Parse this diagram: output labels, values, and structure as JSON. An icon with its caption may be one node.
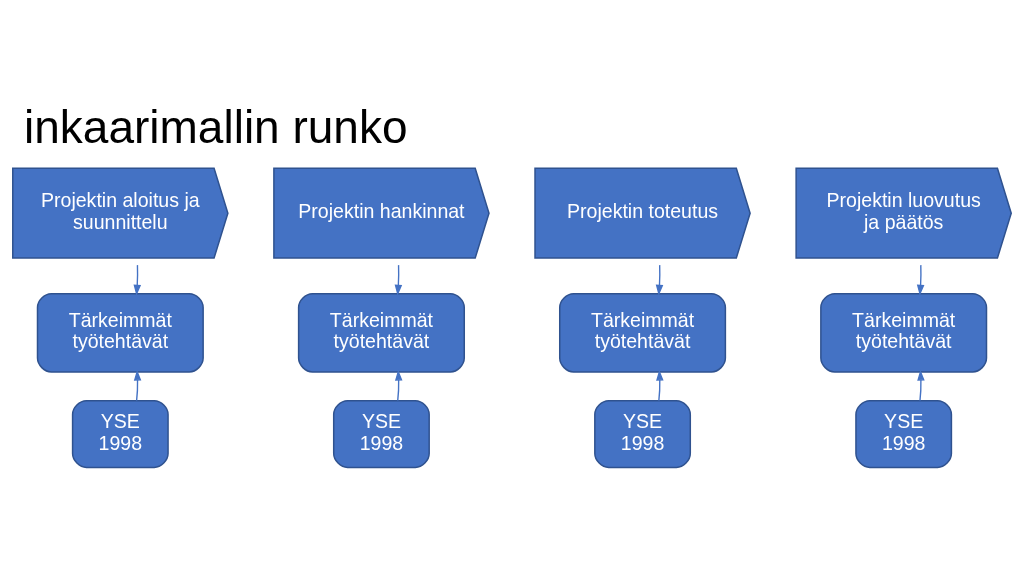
{
  "diagram": {
    "title": "inkaarimallin runko",
    "nodes": [
      {
        "text": [
          "Projektin aloitus ja suunnittelu"
        ]
      },
      {
        "text": [
          "Projektin hankinnat"
        ]
      },
      {
        "text": [
          "Projektin toteutus"
        ]
      },
      {
        "text": [
          "Projektin luovutus ja päätös"
        ]
      },
      {
        "text": [
          "Tärkeimmät työtehtävät"
        ]
      },
      {
        "text": [
          "Tärkeimmät työtehtävät"
        ]
      },
      {
        "text": [
          "Tärkeimmät työtehtävät"
        ]
      },
      {
        "text": [
          "Tärkeimmät työtehtävät"
        ]
      },
      {
        "text": [
          "YSE 1998"
        ]
      },
      {
        "text": [
          "YSE 1998"
        ]
      },
      {
        "text": [
          "YSE 1998"
        ]
      },
      {
        "text": [
          "YSE 1998"
        ]
      }
    ],
    "edges": [
      {
        "from": 0,
        "to": 4,
        "arrow": "to"
      },
      {
        "from": 1,
        "to": 5,
        "arrow": "to"
      },
      {
        "from": 2,
        "to": 6,
        "arrow": "to"
      },
      {
        "from": 3,
        "to": 7,
        "arrow": "to"
      },
      {
        "from": 8,
        "to": 4,
        "arrow": "to"
      },
      {
        "from": 9,
        "to": 5,
        "arrow": "to"
      },
      {
        "from": 10,
        "to": 6,
        "arrow": "to"
      },
      {
        "from": 11,
        "to": 7,
        "arrow": "to"
      }
    ]
  }
}
